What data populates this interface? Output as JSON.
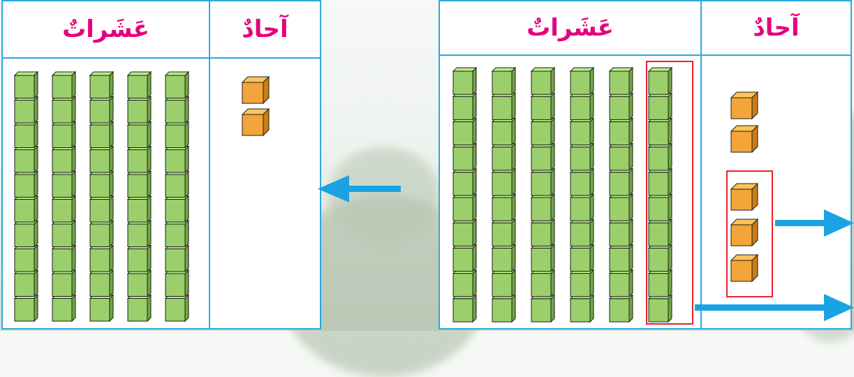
{
  "left_table": {
    "header_tens": "عَشَراتٌ",
    "header_ones": "آحادٌ",
    "tens_rods": 5,
    "ones_cubes": 2
  },
  "right_table": {
    "header_tens": "عَشَراتٌ",
    "header_ones": "آحادٌ",
    "tens_rods": 6,
    "ones_cubes": 5,
    "grouped_rods": 1,
    "grouped_ones": 3
  },
  "colors": {
    "border": "#29a9e0",
    "header_text": "#e6007e",
    "rod_cube": "#9bcf6b",
    "unit_cube": "#f3a53a",
    "highlight": "#e8242d",
    "arrow": "#1aa3e3"
  }
}
